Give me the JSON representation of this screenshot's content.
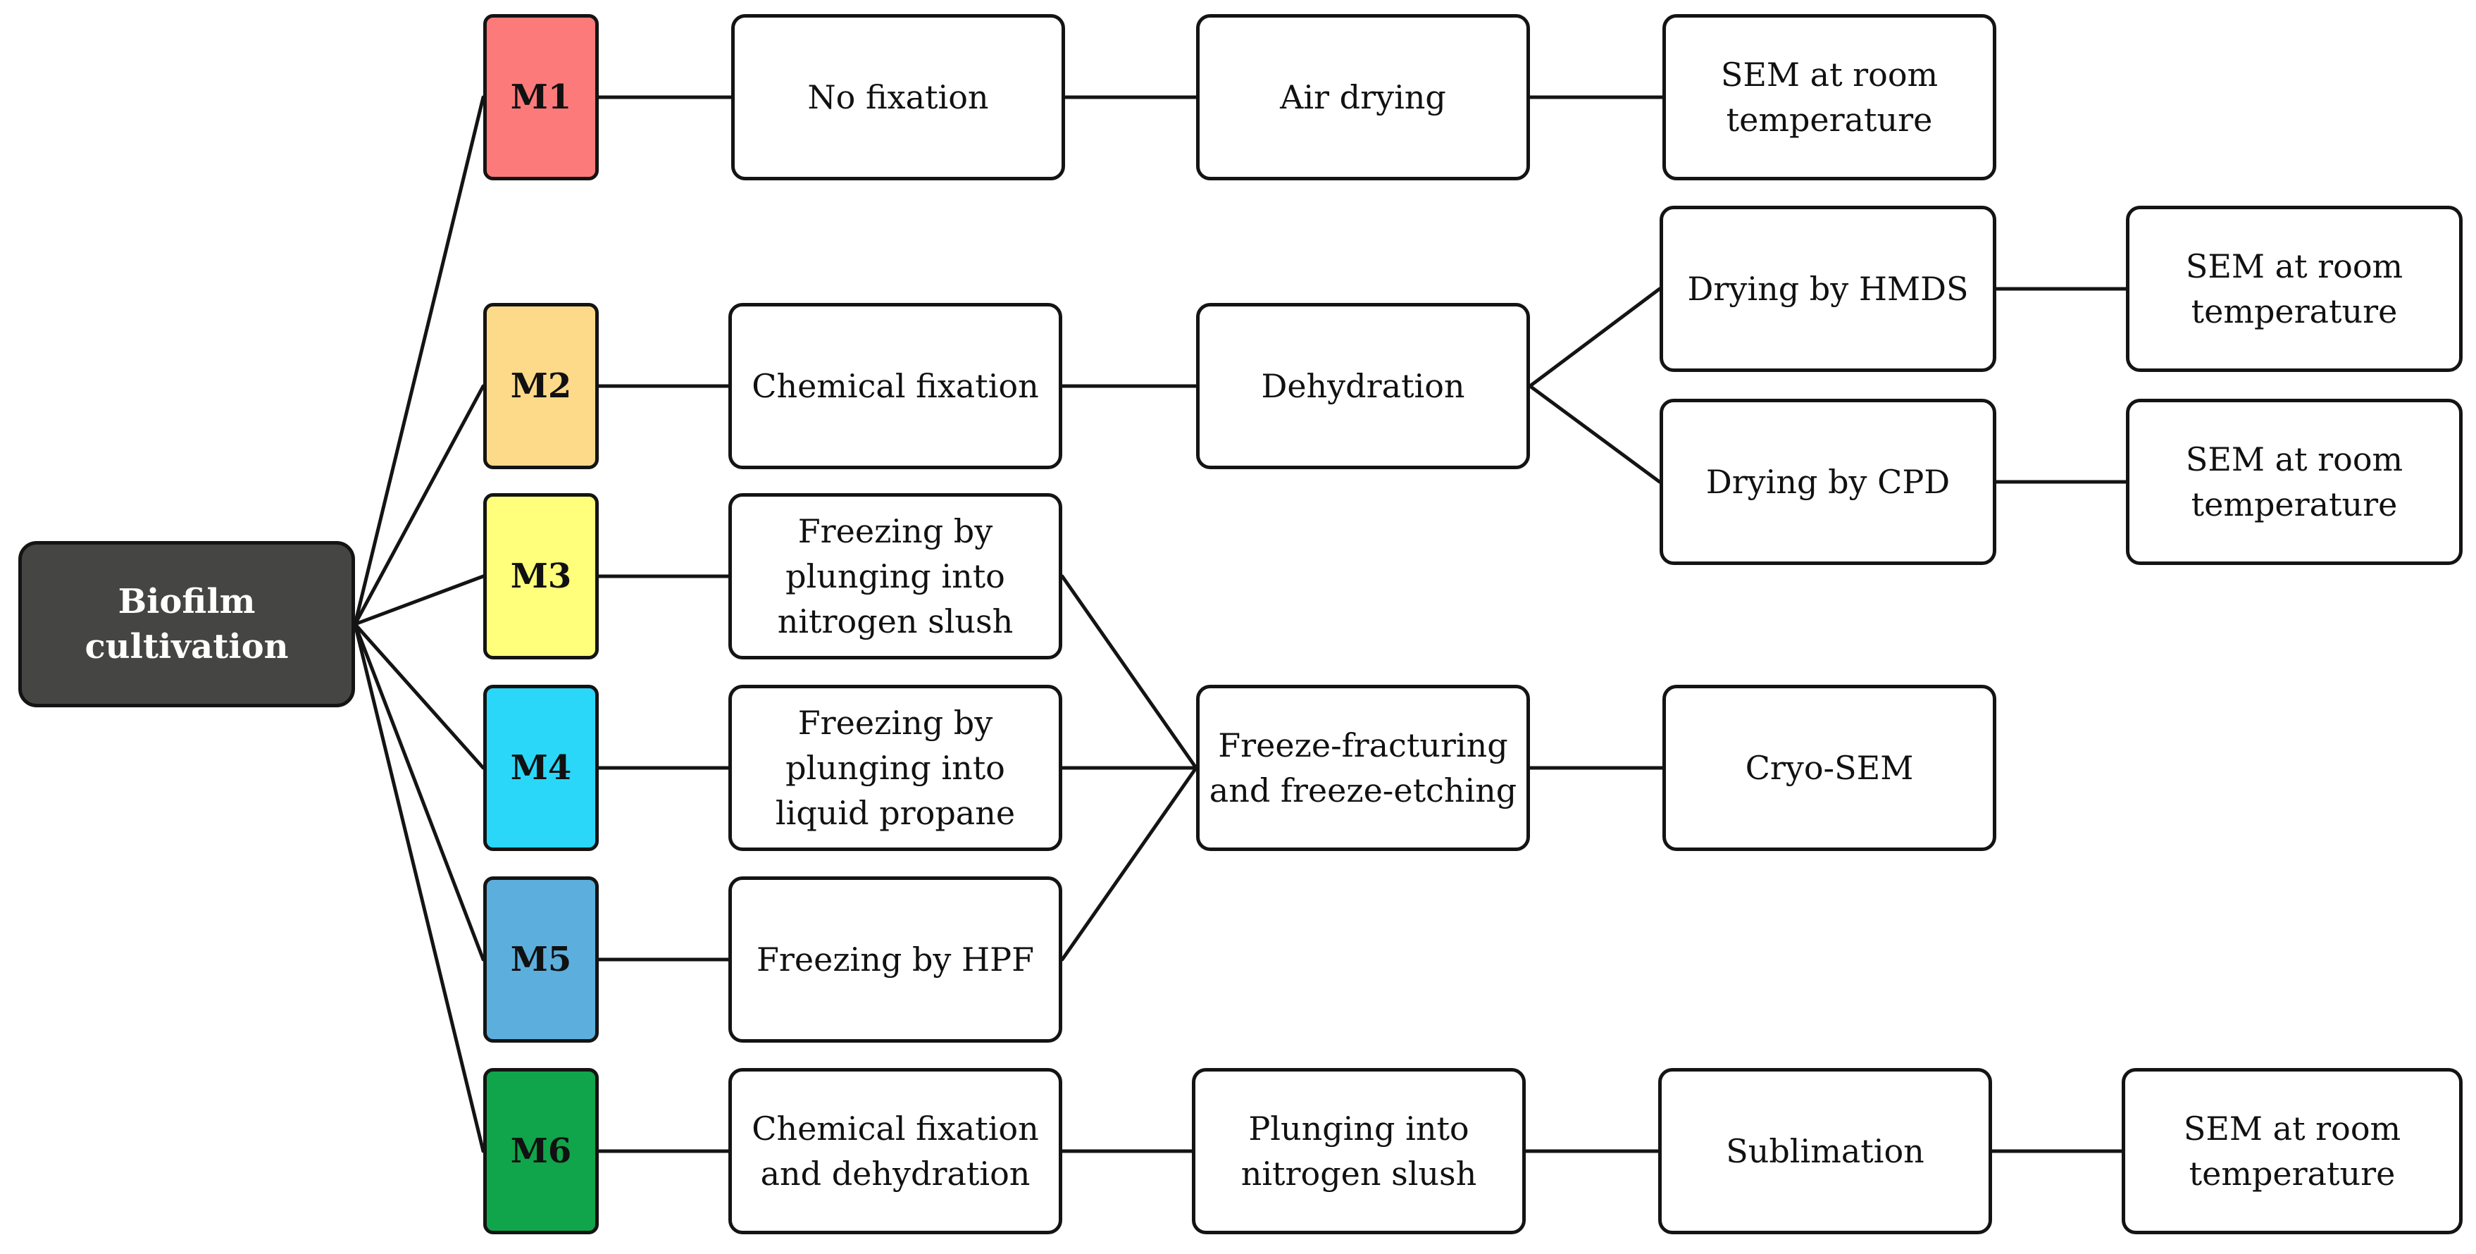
{
  "root": {
    "label": "Biofilm\ncultivation",
    "color": "#454543"
  },
  "methods": [
    {
      "id": "m1",
      "label": "M1",
      "color": "#FC7B7A"
    },
    {
      "id": "m2",
      "label": "M2",
      "color": "#FDDA8A"
    },
    {
      "id": "m3",
      "label": "M3",
      "color": "#FFFF7B"
    },
    {
      "id": "m4",
      "label": "M4",
      "color": "#2BD7F8"
    },
    {
      "id": "m5",
      "label": "M5",
      "color": "#5CAFDD"
    },
    {
      "id": "m6",
      "label": "M6",
      "color": "#10A54A"
    }
  ],
  "steps": [
    {
      "id": "no-fixation",
      "label": "No fixation"
    },
    {
      "id": "air-drying",
      "label": "Air drying"
    },
    {
      "id": "sem-m1",
      "label": "SEM at room\ntemperature"
    },
    {
      "id": "chemical-fixation",
      "label": "Chemical fixation"
    },
    {
      "id": "dehydration",
      "label": "Dehydration"
    },
    {
      "id": "drying-hmds",
      "label": "Drying by HMDS"
    },
    {
      "id": "sem-hmds",
      "label": "SEM at room\ntemperature"
    },
    {
      "id": "drying-cpd",
      "label": "Drying by CPD"
    },
    {
      "id": "sem-cpd",
      "label": "SEM at room\ntemperature"
    },
    {
      "id": "freezing-nitrogen-slush",
      "label": "Freezing by\nplunging into\nnitrogen slush"
    },
    {
      "id": "freezing-liquid-propane",
      "label": "Freezing by\nplunging into\nliquid propane"
    },
    {
      "id": "freezing-hpf",
      "label": "Freezing by HPF"
    },
    {
      "id": "freeze-fracturing",
      "label": "Freeze-fracturing\nand freeze-etching"
    },
    {
      "id": "cryo-sem",
      "label": "Cryo-SEM"
    },
    {
      "id": "chemical-fixation-dehydration",
      "label": "Chemical fixation\nand dehydration"
    },
    {
      "id": "plunging-nitrogen-slush",
      "label": "Plunging into\nnitrogen slush"
    },
    {
      "id": "sublimation",
      "label": "Sublimation"
    },
    {
      "id": "sem-m6",
      "label": "SEM at room\ntemperature"
    }
  ],
  "edges": [
    [
      "root",
      "m1"
    ],
    [
      "root",
      "m2"
    ],
    [
      "root",
      "m3"
    ],
    [
      "root",
      "m4"
    ],
    [
      "root",
      "m5"
    ],
    [
      "root",
      "m6"
    ],
    [
      "m1",
      "no-fixation"
    ],
    [
      "no-fixation",
      "air-drying"
    ],
    [
      "air-drying",
      "sem-m1"
    ],
    [
      "m2",
      "chemical-fixation"
    ],
    [
      "chemical-fixation",
      "dehydration"
    ],
    [
      "dehydration",
      "drying-hmds"
    ],
    [
      "dehydration",
      "drying-cpd"
    ],
    [
      "drying-hmds",
      "sem-hmds"
    ],
    [
      "drying-cpd",
      "sem-cpd"
    ],
    [
      "m3",
      "freezing-nitrogen-slush"
    ],
    [
      "m4",
      "freezing-liquid-propane"
    ],
    [
      "m5",
      "freezing-hpf"
    ],
    [
      "freezing-nitrogen-slush",
      "freeze-fracturing"
    ],
    [
      "freezing-liquid-propane",
      "freeze-fracturing"
    ],
    [
      "freezing-hpf",
      "freeze-fracturing"
    ],
    [
      "freeze-fracturing",
      "cryo-sem"
    ],
    [
      "m6",
      "chemical-fixation-dehydration"
    ],
    [
      "chemical-fixation-dehydration",
      "plunging-nitrogen-slush"
    ],
    [
      "plunging-nitrogen-slush",
      "sublimation"
    ],
    [
      "sublimation",
      "sem-m6"
    ]
  ]
}
